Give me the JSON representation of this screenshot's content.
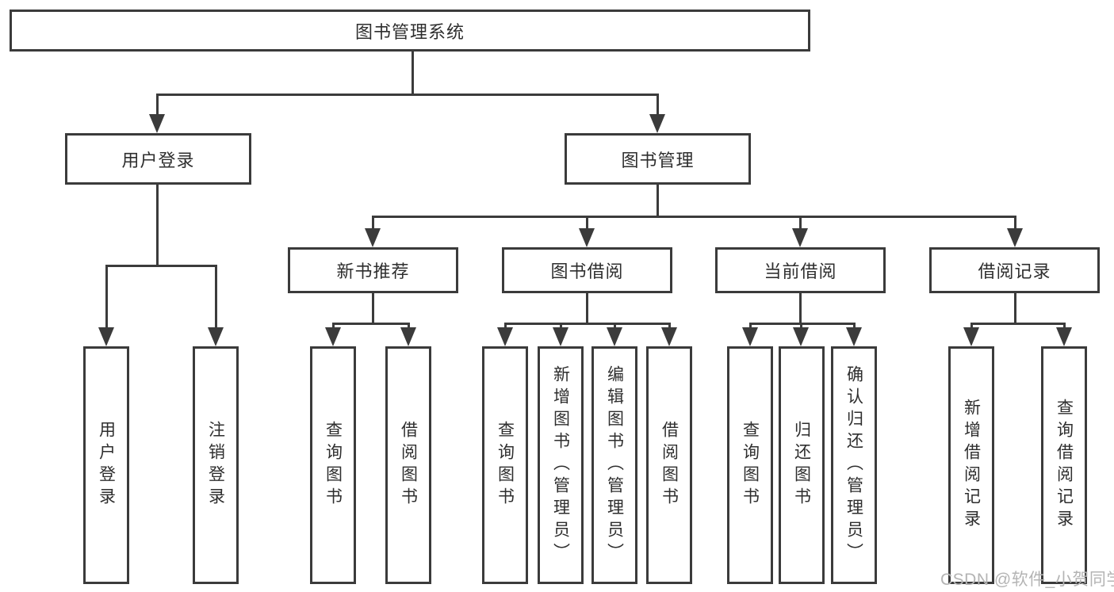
{
  "colors": {
    "line": "#3b3b3b",
    "text": "#2e2e2e",
    "watermark": "#b4b4b4",
    "background": "#ffffff"
  },
  "diagram": {
    "type": "hierarchy-tree",
    "root": {
      "label": "图书管理系统"
    },
    "branches": {
      "user_login": {
        "label": "用户登录",
        "children": [
          "用户登录",
          "注销登录"
        ]
      },
      "book_management": {
        "label": "图书管理",
        "children": {
          "new_book_recommend": {
            "label": "新书推荐",
            "children": [
              "查询图书",
              "借阅图书"
            ]
          },
          "book_borrow": {
            "label": "图书借阅",
            "children": [
              "查询图书",
              "新增图书（管理员）",
              "编辑图书（管理员）",
              "借阅图书"
            ]
          },
          "current_borrow": {
            "label": "当前借阅",
            "children": [
              "查询图书",
              "归还图书",
              "确认归还（管理员）"
            ]
          },
          "borrow_record": {
            "label": "借阅记录",
            "children": [
              "新增借阅记录",
              "查询借阅记录"
            ]
          }
        }
      }
    }
  },
  "watermark": {
    "text": "CSDN @软件_小贺同学"
  }
}
